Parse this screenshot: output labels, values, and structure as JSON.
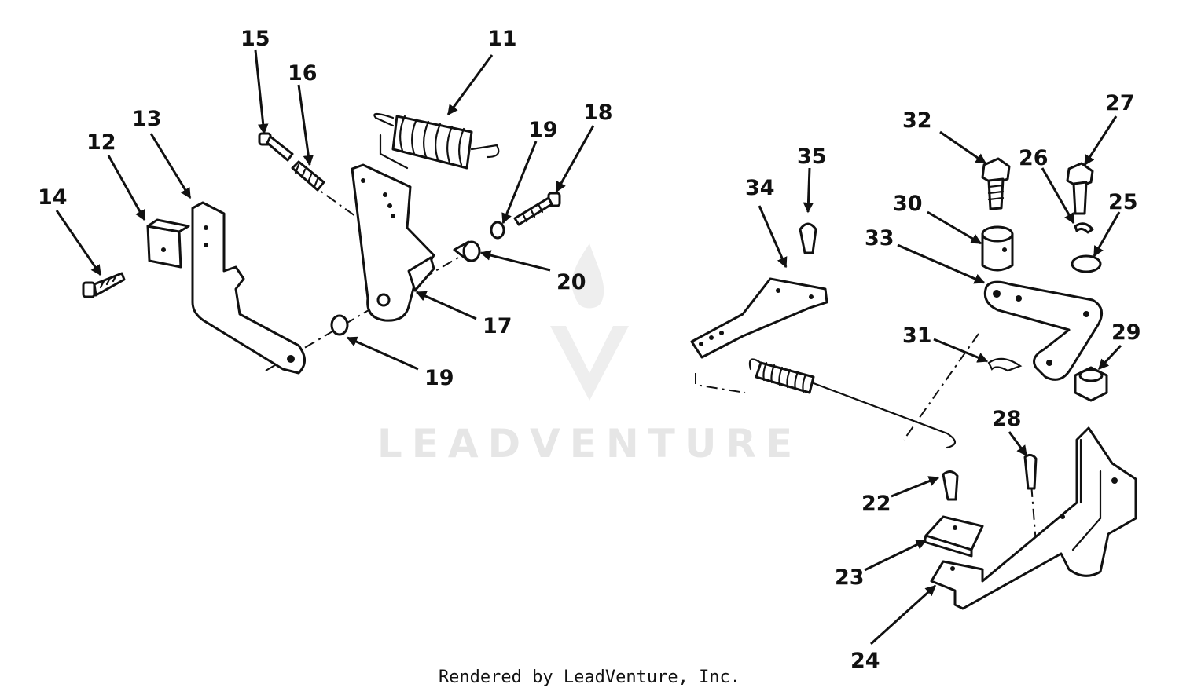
{
  "watermark": {
    "text": "LEADVENTURE"
  },
  "footer": {
    "text": "Rendered by LeadVenture, Inc."
  },
  "callouts": {
    "c11": "11",
    "c12": "12",
    "c13": "13",
    "c14": "14",
    "c15": "15",
    "c16": "16",
    "c17": "17",
    "c18": "18",
    "c19a": "19",
    "c19b": "19",
    "c20": "20",
    "c22": "22",
    "c23": "23",
    "c24": "24",
    "c25": "25",
    "c26": "26",
    "c27": "27",
    "c28": "28",
    "c29": "29",
    "c30": "30",
    "c31": "31",
    "c32": "32",
    "c33": "33",
    "c34": "34",
    "c35": "35"
  }
}
